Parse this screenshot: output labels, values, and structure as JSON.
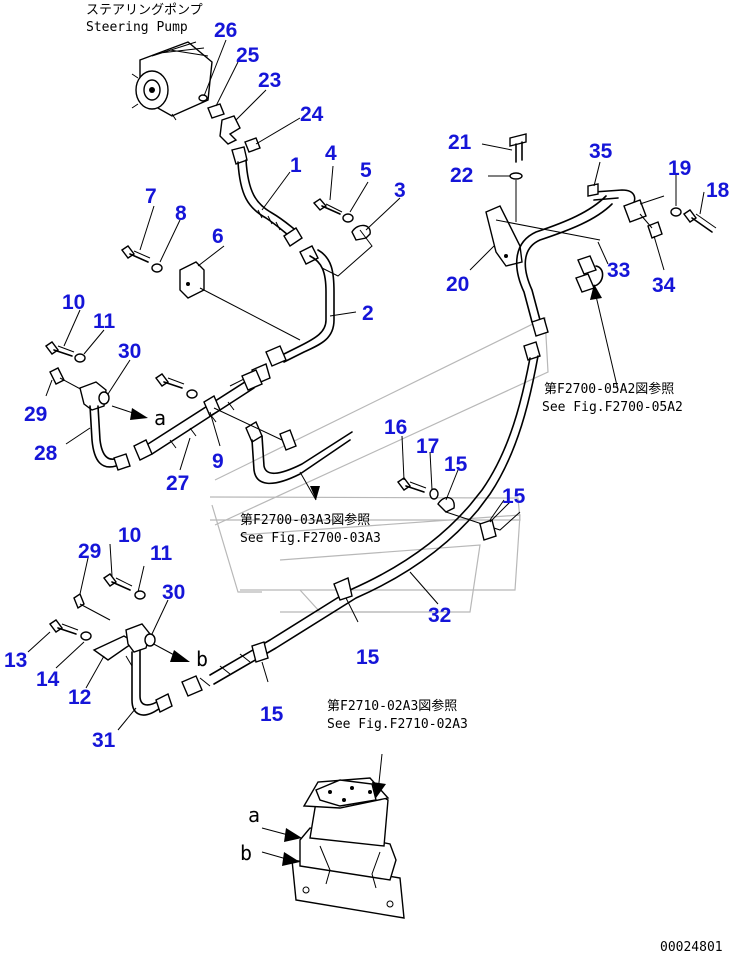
{
  "header": {
    "jp": "ステアリングポンプ",
    "en": "Steering Pump"
  },
  "refs": {
    "r05a2_jp": "第F2700-05A2図参照",
    "r05a2_en": "See Fig.F2700-05A2",
    "r03a3_jp": "第F2700-03A3図参照",
    "r03a3_en": "See Fig.F2700-03A3",
    "r02a3_jp": "第F2710-02A3図参照",
    "r02a3_en": "See Fig.F2710-02A3"
  },
  "letters": {
    "a": "a",
    "b": "b"
  },
  "doc_code": "00024801",
  "part_numbers": [
    {
      "id": "p26",
      "label": "26"
    },
    {
      "id": "p25",
      "label": "25"
    },
    {
      "id": "p23",
      "label": "23"
    },
    {
      "id": "p24",
      "label": "24"
    },
    {
      "id": "p1",
      "label": "1"
    },
    {
      "id": "p4",
      "label": "4"
    },
    {
      "id": "p5",
      "label": "5"
    },
    {
      "id": "p3",
      "label": "3"
    },
    {
      "id": "p7",
      "label": "7"
    },
    {
      "id": "p8",
      "label": "8"
    },
    {
      "id": "p6",
      "label": "6"
    },
    {
      "id": "p2",
      "label": "2"
    },
    {
      "id": "p10a",
      "label": "10"
    },
    {
      "id": "p11a",
      "label": "11"
    },
    {
      "id": "p30a",
      "label": "30"
    },
    {
      "id": "p29a",
      "label": "29"
    },
    {
      "id": "p28",
      "label": "28"
    },
    {
      "id": "p9",
      "label": "9"
    },
    {
      "id": "p27",
      "label": "27"
    },
    {
      "id": "p21",
      "label": "21"
    },
    {
      "id": "p22",
      "label": "22"
    },
    {
      "id": "p35",
      "label": "35"
    },
    {
      "id": "p19",
      "label": "19"
    },
    {
      "id": "p18",
      "label": "18"
    },
    {
      "id": "p20",
      "label": "20"
    },
    {
      "id": "p33",
      "label": "33"
    },
    {
      "id": "p34",
      "label": "34"
    },
    {
      "id": "p16",
      "label": "16"
    },
    {
      "id": "p17",
      "label": "17"
    },
    {
      "id": "p15a",
      "label": "15"
    },
    {
      "id": "p15b",
      "label": "15"
    },
    {
      "id": "p32",
      "label": "32"
    },
    {
      "id": "p15c",
      "label": "15"
    },
    {
      "id": "p15d",
      "label": "15"
    },
    {
      "id": "p10b",
      "label": "10"
    },
    {
      "id": "p29b",
      "label": "29"
    },
    {
      "id": "p11b",
      "label": "11"
    },
    {
      "id": "p30b",
      "label": "30"
    },
    {
      "id": "p13",
      "label": "13"
    },
    {
      "id": "p14",
      "label": "14"
    },
    {
      "id": "p12",
      "label": "12"
    },
    {
      "id": "p31",
      "label": "31"
    }
  ]
}
